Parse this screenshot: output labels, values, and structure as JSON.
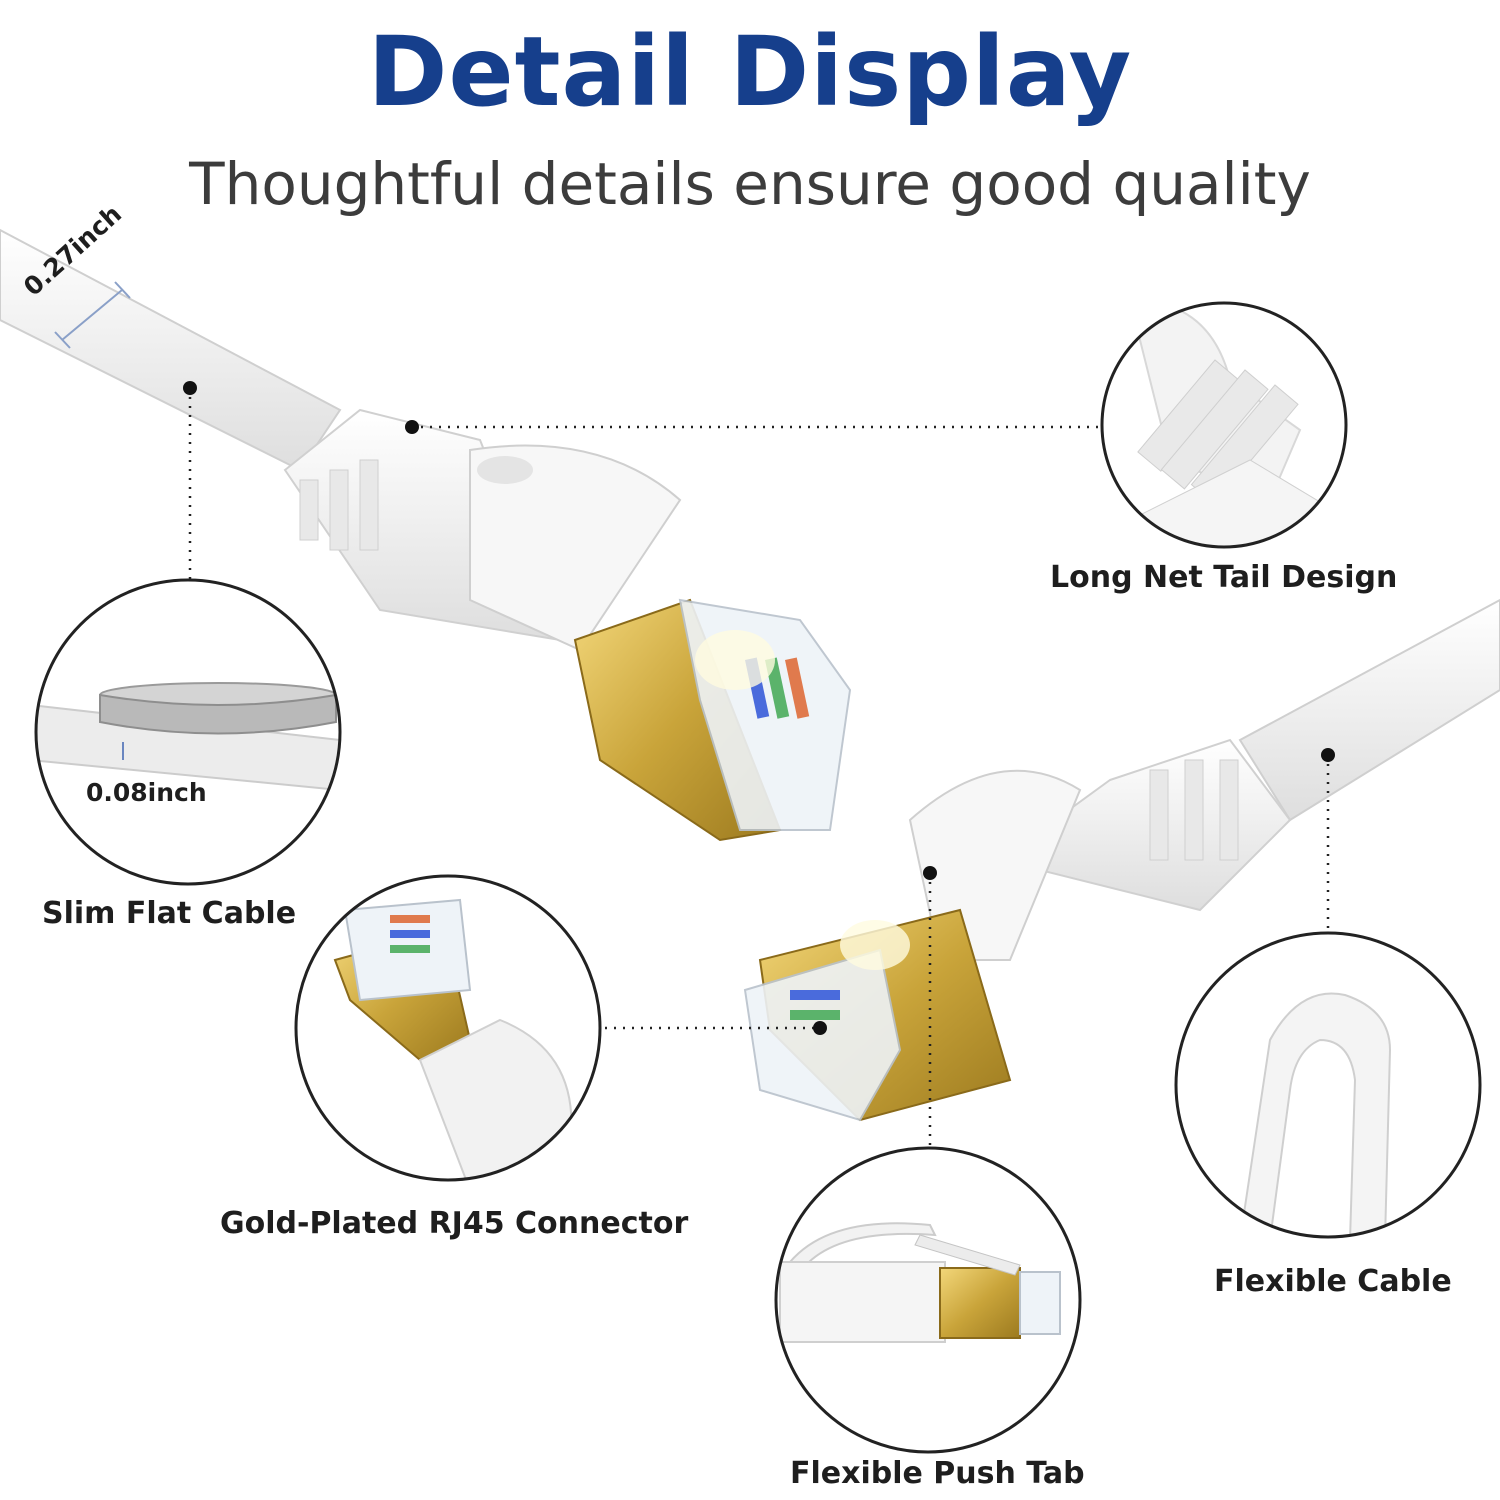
{
  "header": {
    "title": "Detail Display",
    "subtitle": "Thoughtful details ensure good quality"
  },
  "measurements": {
    "width": "0.27inch",
    "thickness": "0.08inch"
  },
  "callouts": {
    "tail": "Long Net Tail Design",
    "slim": "Slim Flat Cable",
    "connector": "Gold-Plated RJ45 Connector",
    "flexible": "Flexible Cable",
    "push_tab": "Flexible Push Tab"
  },
  "colors": {
    "title": "#163f8c",
    "gold": "#c9a43a",
    "cable": "#f4f4f4"
  }
}
